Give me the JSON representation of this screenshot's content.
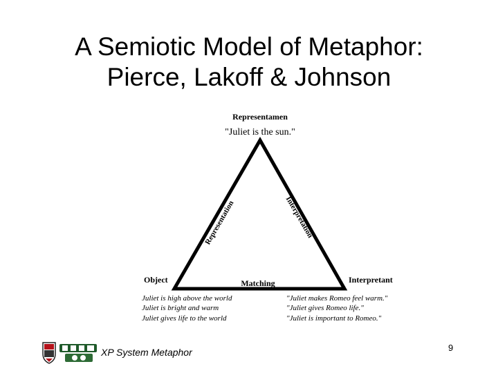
{
  "slide": {
    "title_line1": "A Semiotic Model of Metaphor:",
    "title_line2": "Pierce, Lakoff & Johnson",
    "footer": "XP System Metaphor",
    "page_number": "9"
  },
  "diagram": {
    "representamen": {
      "label": "Representamen",
      "quote": "\"Juliet is the sun.\""
    },
    "object": {
      "label": "Object",
      "lines": [
        "Juliet is high above the world",
        "Juliet is bright and warm",
        "Juliet gives life to the world"
      ]
    },
    "interpretant": {
      "label": "Interpretant",
      "lines": [
        "\"Juliet makes Romeo feel warm.\"",
        "\"Juliet gives Romeo life.\"",
        "\"Juliet is important to Romeo.\""
      ]
    },
    "edges": {
      "left": "Representation",
      "right": "Interpretation",
      "bottom": "Matching"
    }
  }
}
